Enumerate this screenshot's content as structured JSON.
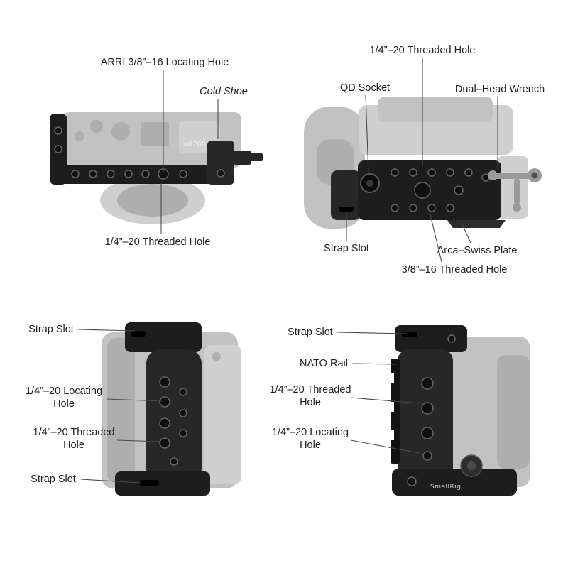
{
  "diagram": {
    "palette": {
      "background": "#ffffff",
      "text": "#1f1f1f",
      "leader_line": "#4a4a4a",
      "cage_black": "#1d1d1d",
      "camera_ghost_gray": "#c2c2c2",
      "wrench_metal": "#9a9a9a"
    },
    "views": {
      "top": {
        "camera_model": "α6700",
        "labels": {
          "arri_locating_hole": "ARRI 3/8”–16 Locating Hole",
          "cold_shoe": "Cold Shoe",
          "threaded_hole": "1/4”–20 Threaded Hole"
        }
      },
      "bottom": {
        "labels": {
          "threaded_hole": "1/4”–20 Threaded Hole",
          "qd_socket": "QD Socket",
          "dual_head_wrench": "Dual–Head Wrench",
          "strap_slot": "Strap Slot",
          "arca_swiss_plate": "Arca–Swiss Plate",
          "threaded_hole_38": "3/8”–16 Threaded Hole"
        }
      },
      "front": {
        "labels": {
          "strap_slot_top": "Strap Slot",
          "locating_hole": "1/4”–20 Locating Hole",
          "threaded_hole": "1/4”–20 Threaded Hole",
          "strap_slot_bottom": "Strap Slot"
        }
      },
      "side": {
        "brand": "SmallRig",
        "labels": {
          "strap_slot": "Strap Slot",
          "nato_rail": "NATO Rail",
          "threaded_hole": "1/4”–20 Threaded Hole",
          "locating_hole": "1/4”–20 Locating Hole"
        }
      }
    }
  }
}
